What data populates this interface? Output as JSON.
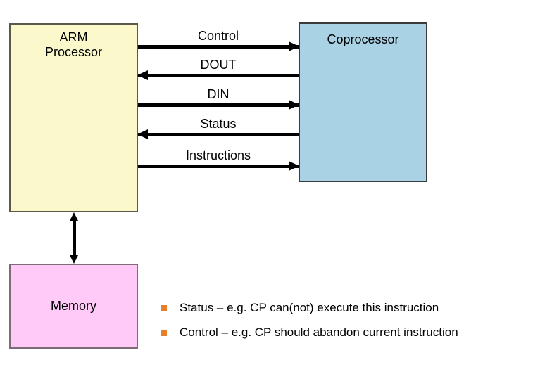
{
  "diagram": {
    "blocks": [
      {
        "id": "arm-processor",
        "label": "ARM\nProcessor",
        "color": "#fbf8cc"
      },
      {
        "id": "coprocessor",
        "label": "Coprocessor",
        "color": "#a9d2e5"
      },
      {
        "id": "memory",
        "label": "Memory",
        "color": "#ffcaf7"
      }
    ],
    "signals": [
      {
        "id": "control",
        "label": "Control",
        "direction": "to-right"
      },
      {
        "id": "dout",
        "label": "DOUT",
        "direction": "to-left"
      },
      {
        "id": "din",
        "label": "DIN",
        "direction": "to-right"
      },
      {
        "id": "status",
        "label": "Status",
        "direction": "to-left"
      },
      {
        "id": "instructions",
        "label": "Instructions",
        "direction": "to-right"
      }
    ],
    "memory_bus": {
      "direction": "bidirectional"
    },
    "notes": [
      {
        "bullet_color": "#e8802a",
        "text": "Status – e.g. CP can(not) execute this instruction"
      },
      {
        "bullet_color": "#e8802a",
        "text": " Control – e.g. CP should abandon current instruction"
      }
    ]
  }
}
